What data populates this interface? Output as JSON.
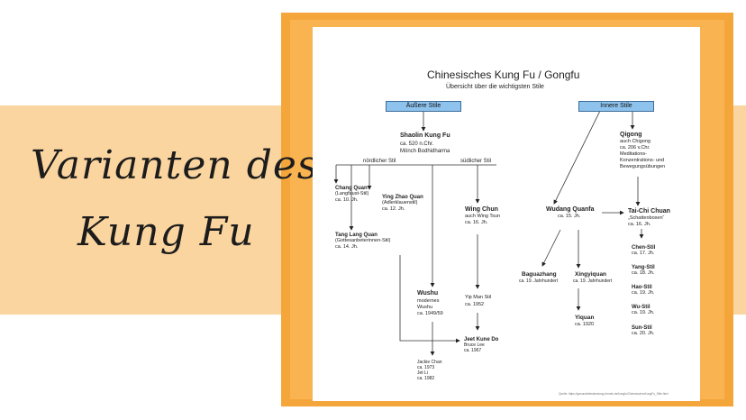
{
  "banner": {
    "line1": "Varianten des",
    "line2": "Kung Fu"
  },
  "diagram": {
    "title": "Chinesisches Kung Fu / Gongfu",
    "subtitle": "Übersicht über die wichtigsten Stile",
    "outer_label": "Äußere Stile",
    "inner_label": "Innere Stile",
    "north_label": "nördlicher Stil",
    "south_label": "südlicher Stil",
    "source": "Quelle: https://gesundheitsberatung-fennek.de/kungfu/ChinesischesKungFu_Stile.html",
    "nodes": {
      "shaolin": {
        "name": "Shaolin Kung Fu",
        "l1": "ca. 520 n.Chr.",
        "l2": "Mönch Bodhidharma"
      },
      "chang": {
        "name": "Chang Quan",
        "l1": "(Langfaust-Stil)",
        "l2": "ca. 10. Jh."
      },
      "yingzhao": {
        "name": "Ying Zhao Quan",
        "l1": "(Adlerklauenstil)",
        "l2": "ca. 12. Jh."
      },
      "tanglang": {
        "name": "Tang Lang Quan",
        "l1": "(Gottesanbeterinnen-Stil)",
        "l2": "ca. 14. Jh."
      },
      "wingchun": {
        "name": "Wing Chun",
        "l1": "auch Wing Tsun",
        "l2": "ca. 16. Jh."
      },
      "wushu": {
        "name": "Wushu",
        "l1": "modernes",
        "l2": "Wushu",
        "l3": "ca. 1949/59"
      },
      "ipman": {
        "name": "Yip Man Stil",
        "l1": "ca. 1952"
      },
      "jkd": {
        "name": "Jeet Kune Do",
        "l1": "Bruce Lee",
        "l2": "ca. 1967"
      },
      "jackie": {
        "l1": "Jackie Chan",
        "l2": "ca. 1973",
        "l3": "Jet Li",
        "l4": "ca. 1982"
      },
      "qigong": {
        "name": "Qigong",
        "l1": "auch Chigong",
        "l2": "ca. 206 v.Chr.",
        "l3": "Meditations-",
        "l4": "Konzentrations- und",
        "l5": "Bewegungsübungen"
      },
      "wudang": {
        "name": "Wudang Quanfa",
        "l1": "ca. 15. Jh."
      },
      "taichi": {
        "name": "Tai-Chi Chuan",
        "l1": "„Schattenboxen“",
        "l2": "ca. 16. Jh."
      },
      "bagua": {
        "name": "Baguazhang",
        "l1": "ca. 19. Jahrhundert"
      },
      "xingyi": {
        "name": "Xingyiquan",
        "l1": "ca. 19. Jahrhundert"
      },
      "yiquan": {
        "name": "Yiquan",
        "l1": "ca. 1920"
      },
      "chen": {
        "name": "Chen-Stil",
        "l1": "ca. 17. Jh."
      },
      "yang": {
        "name": "Yang-Stil",
        "l1": "ca. 18. Jh."
      },
      "hao": {
        "name": "Hao-Stil",
        "l1": "ca. 19. Jh."
      },
      "wu": {
        "name": "Wu-Stil",
        "l1": "ca. 19. Jh."
      },
      "sun": {
        "name": "Sun-Stil",
        "l1": "ca. 20. Jh."
      }
    }
  }
}
